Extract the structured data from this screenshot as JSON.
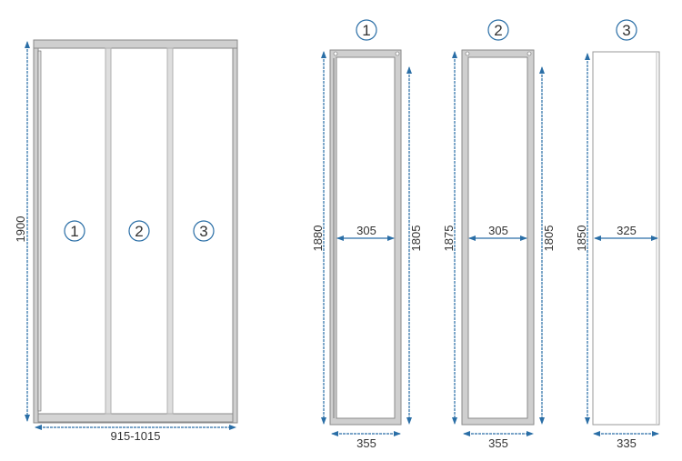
{
  "colors": {
    "dimension": "#2a6ea6",
    "frame": "#c8c8c8",
    "frame_stroke": "#8a8a8a"
  },
  "assembly": {
    "height_label": "1900",
    "width_label": "915-1015",
    "panel_numbers": [
      "1",
      "2",
      "3"
    ]
  },
  "panels": [
    {
      "number": "1",
      "outer_height": "1880",
      "inner_height": "1805",
      "inner_width": "305",
      "outer_width": "355"
    },
    {
      "number": "2",
      "outer_height": "1875",
      "inner_height": "1805",
      "inner_width": "305",
      "outer_width": "355"
    },
    {
      "number": "3",
      "outer_height": "1850",
      "inner_width": "325",
      "outer_width": "335"
    }
  ]
}
